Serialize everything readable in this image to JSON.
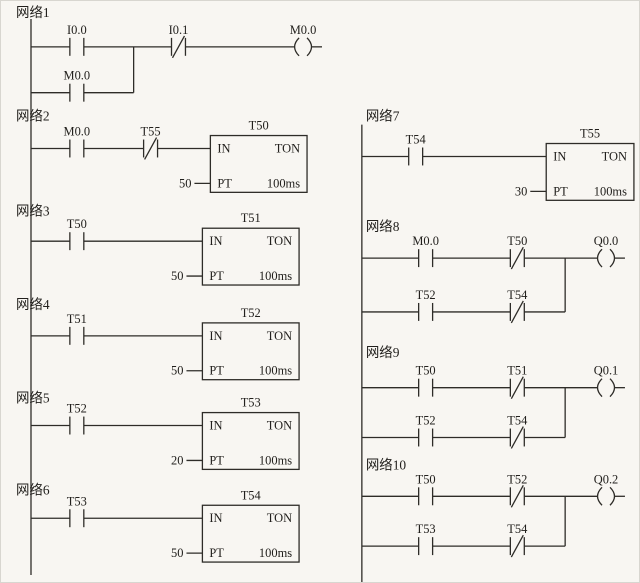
{
  "diagram": {
    "type": "plc-ladder",
    "networks": [
      {
        "label": "网络1",
        "rungs": [
          {
            "elements": [
              {
                "kind": "contact",
                "type": "no",
                "name": "I0.0"
              },
              {
                "kind": "contact",
                "type": "nc",
                "name": "I0.1"
              }
            ],
            "coil": {
              "name": "M0.0"
            }
          },
          {
            "branch": true,
            "elements": [
              {
                "kind": "contact",
                "type": "no",
                "name": "M0.0"
              }
            ]
          }
        ]
      },
      {
        "label": "网络2",
        "rungs": [
          {
            "elements": [
              {
                "kind": "contact",
                "type": "no",
                "name": "M0.0"
              },
              {
                "kind": "contact",
                "type": "nc",
                "name": "T55"
              }
            ],
            "timer": {
              "name": "T50",
              "function": "TON",
              "in_label": "IN",
              "pt_label": "PT",
              "preset": "50",
              "time_base": "100ms"
            }
          }
        ]
      },
      {
        "label": "网络3",
        "rungs": [
          {
            "elements": [
              {
                "kind": "contact",
                "type": "no",
                "name": "T50"
              }
            ],
            "timer": {
              "name": "T51",
              "function": "TON",
              "in_label": "IN",
              "pt_label": "PT",
              "preset": "50",
              "time_base": "100ms"
            }
          }
        ]
      },
      {
        "label": "网络4",
        "rungs": [
          {
            "elements": [
              {
                "kind": "contact",
                "type": "no",
                "name": "T51"
              }
            ],
            "timer": {
              "name": "T52",
              "function": "TON",
              "in_label": "IN",
              "pt_label": "PT",
              "preset": "50",
              "time_base": "100ms"
            }
          }
        ]
      },
      {
        "label": "网络5",
        "rungs": [
          {
            "elements": [
              {
                "kind": "contact",
                "type": "no",
                "name": "T52"
              }
            ],
            "timer": {
              "name": "T53",
              "function": "TON",
              "in_label": "IN",
              "pt_label": "PT",
              "preset": "20",
              "time_base": "100ms"
            }
          }
        ]
      },
      {
        "label": "网络6",
        "rungs": [
          {
            "elements": [
              {
                "kind": "contact",
                "type": "no",
                "name": "T53"
              }
            ],
            "timer": {
              "name": "T54",
              "function": "TON",
              "in_label": "IN",
              "pt_label": "PT",
              "preset": "50",
              "time_base": "100ms"
            }
          }
        ]
      },
      {
        "label": "网络7",
        "rungs": [
          {
            "elements": [
              {
                "kind": "contact",
                "type": "no",
                "name": "T54"
              }
            ],
            "timer": {
              "name": "T55",
              "function": "TON",
              "in_label": "IN",
              "pt_label": "PT",
              "preset": "30",
              "time_base": "100ms"
            }
          }
        ]
      },
      {
        "label": "网络8",
        "rungs": [
          {
            "elements": [
              {
                "kind": "contact",
                "type": "no",
                "name": "M0.0"
              },
              {
                "kind": "contact",
                "type": "nc",
                "name": "T50"
              }
            ],
            "coil": {
              "name": "Q0.0"
            }
          },
          {
            "branch": true,
            "elements": [
              {
                "kind": "contact",
                "type": "no",
                "name": "T52"
              },
              {
                "kind": "contact",
                "type": "nc",
                "name": "T54"
              }
            ]
          }
        ]
      },
      {
        "label": "网络9",
        "rungs": [
          {
            "elements": [
              {
                "kind": "contact",
                "type": "no",
                "name": "T50"
              },
              {
                "kind": "contact",
                "type": "nc",
                "name": "T51"
              }
            ],
            "coil": {
              "name": "Q0.1"
            }
          },
          {
            "branch": true,
            "elements": [
              {
                "kind": "contact",
                "type": "no",
                "name": "T52"
              },
              {
                "kind": "contact",
                "type": "nc",
                "name": "T54"
              }
            ]
          }
        ]
      },
      {
        "label": "网络10",
        "rungs": [
          {
            "elements": [
              {
                "kind": "contact",
                "type": "no",
                "name": "T50"
              },
              {
                "kind": "contact",
                "type": "nc",
                "name": "T52"
              }
            ],
            "coil": {
              "name": "Q0.2"
            }
          },
          {
            "branch": true,
            "elements": [
              {
                "kind": "contact",
                "type": "no",
                "name": "T53"
              },
              {
                "kind": "contact",
                "type": "nc",
                "name": "T54"
              }
            ]
          }
        ]
      }
    ]
  }
}
